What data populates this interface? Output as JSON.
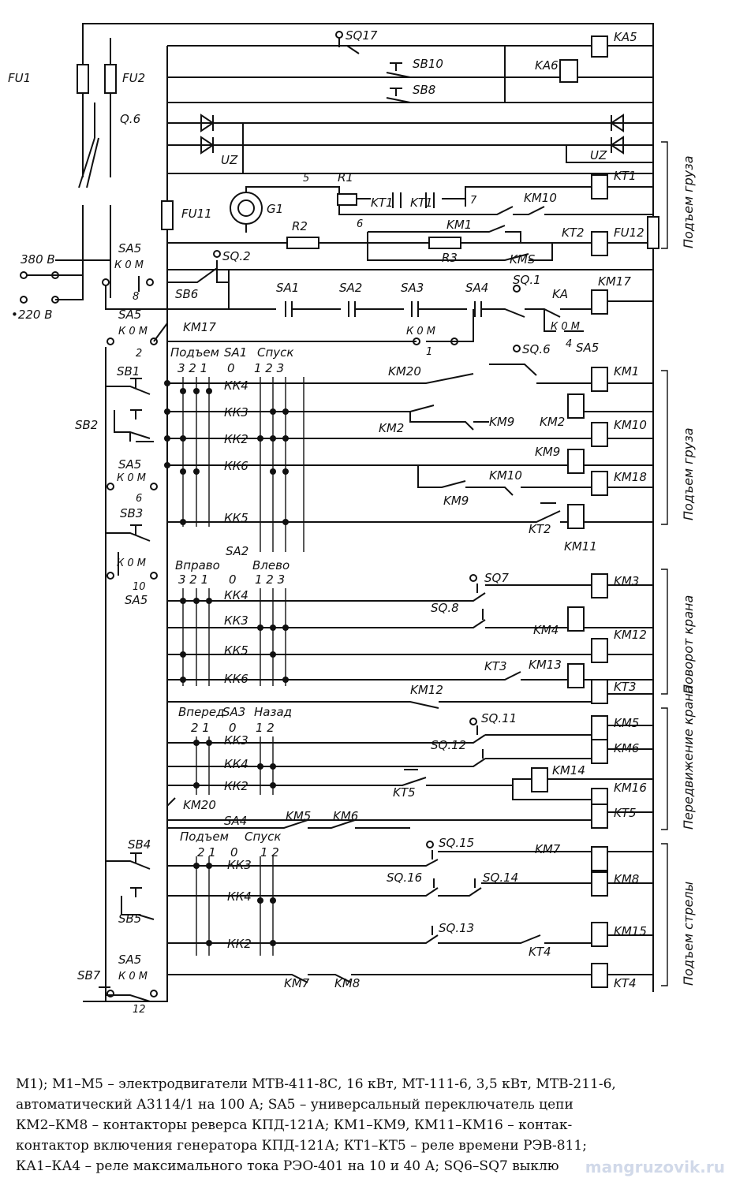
{
  "diagram": {
    "labels": {
      "FU1": "FU1",
      "FU2": "FU2",
      "QF": "Q.6",
      "FU11": "FU11",
      "G1": "G1",
      "R1": "R1",
      "R2": "R2",
      "R3": "R3",
      "FU12": "FU12",
      "UZ": "UZ",
      "n5": "5",
      "n6": "6",
      "n7": "7",
      "v380": "380 В",
      "v220": "•220 В",
      "SQ17": "SQ17",
      "SB10": "SB10",
      "SB8": "SB8",
      "KA5": "KA5",
      "KA6": "KA6",
      "KT1": "KT1",
      "KT1c": "KT1",
      "KT1d": "KT1",
      "KM10a": "KM10",
      "KM1a": "KM1",
      "KMS": "KMS",
      "KT2": "KT2",
      "SQ2": "SQ.2",
      "SB6": "SB6",
      "SA1a": "SA1",
      "SA2a": "SA2",
      "SA3a": "SA3",
      "SA4a": "SA4",
      "SA5": "SA5",
      "SQ1": "SQ.1",
      "KA": "KA",
      "KM17": "KM17",
      "KM17c": "KM17",
      "KOM": "К  0  М",
      "n8": "8",
      "n2": "2",
      "n1": "1",
      "n4": "4",
      "n6b": "6",
      "n10": "10",
      "n12": "12",
      "lift": "Подъем",
      "SA1": "SA1",
      "lower": "Спуск",
      "n321": "3 2 1",
      "n0": "0",
      "n123": "1 2 3",
      "SQ6": "SQ.6",
      "KM20": "KM20",
      "KM1": "KM1",
      "KM2": "KM2",
      "KM2c": "KM2",
      "KM9c": "KM9",
      "KM10": "KM10",
      "KM9": "KM9",
      "KM10c": "KM10",
      "KM18": "KM18",
      "KM9d": "KM9",
      "KT2c": "KT2",
      "KM11": "KM11",
      "SB1": "SB1",
      "SB2": "SB2",
      "SB3": "SB3",
      "KK4": "КК4",
      "KK3": "КК3",
      "KK2": "КК2",
      "KK6": "КК6",
      "KK5": "КК5",
      "SA2": "SA2",
      "right": "Вправо",
      "left": "Влево",
      "SQ7": "SQ7",
      "SQ8": "SQ.8",
      "KM3": "KM3",
      "KM4": "KM4",
      "KM12": "KM12",
      "KT3c": "KT3",
      "KM13": "KM13",
      "KM12c": "KM12",
      "KT3": "KT3",
      "fwd": "Вперед",
      "SA3": "SA3",
      "back": "Назад",
      "n21": "2 1",
      "n12b": "1 2",
      "SQ11": "SQ.11",
      "SQ12": "SQ.12",
      "KM5": "KM5",
      "KM6": "KM6",
      "KT5c": "KT5",
      "KM14": "KM14",
      "KM16": "KM16",
      "KT5": "KT5",
      "KM20b": "KM20",
      "SA4": "SA4",
      "KM5c": "KM5",
      "KM6c": "KM6",
      "SQ15": "SQ.15",
      "SQ16": "SQ.16",
      "SQ14": "SQ.14",
      "SQ13": "SQ.13",
      "KM7": "KM7",
      "KM8": "KM8",
      "KM15": "KM15",
      "KT4c": "KT4",
      "KT4": "KT4",
      "KM7c": "KM7",
      "KM8c": "KM8",
      "SB4": "SB4",
      "SB5": "SB5",
      "SB7": "SB7"
    },
    "sections": {
      "hoist1": "Подъем груза",
      "hoist2": "Подъем груза",
      "rotate": "Поворот крана",
      "travel": "Передвижение крана",
      "boom": "Подъем стрелы"
    }
  },
  "caption": [
    "М1); М1–М5 – электродвигатели МТВ-411-8С, 16 кВт, МТ-111-6, 3,5 кВт, МТВ-211-6,",
    "автоматический А3114/1 на 100 А; SA5 – универсальный переключатель цепи",
    "КМ2–КМ8 – контакторы реверса КПД-121А; КМ1–КМ9, КМ11–КМ16 – контак-",
    "контактор включения генератора КПД-121А; КТ1–КТ5 – реле времени РЭВ-811;",
    "КА1–КА4 – реле максимального тока РЭО-401 на 10 и 40 А; SQ6–SQ7 выклю"
  ],
  "watermark": "mangruzovik.ru"
}
